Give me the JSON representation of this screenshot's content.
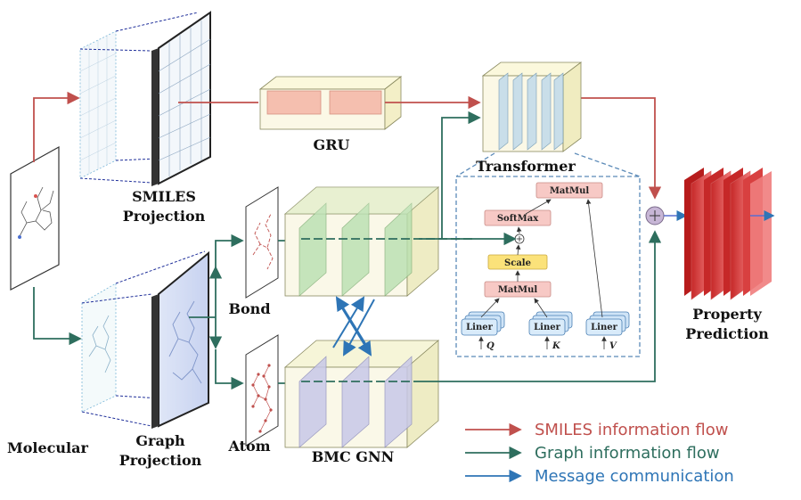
{
  "labels": {
    "molecular": "Molecular",
    "smiles_projection_1": "SMILES",
    "smiles_projection_2": "Projection",
    "graph_projection_1": "Graph",
    "graph_projection_2": "Projection",
    "gru": "GRU",
    "transformer": "Transformer",
    "bond": "Bond",
    "atom": "Atom",
    "bmc_gnn": "BMC GNN",
    "property_1": "Property",
    "property_2": "Prediction"
  },
  "transformer_detail": {
    "matmul_top": "MatMul",
    "softmax": "SoftMax",
    "scale": "Scale",
    "matmul_bottom": "MatMul",
    "liner_q": "Liner",
    "liner_k": "Liner",
    "liner_v": "Liner",
    "q": "Q",
    "k": "K",
    "v": "V"
  },
  "legend": [
    {
      "label": "SMILES information flow",
      "color": "#c0504d"
    },
    {
      "label": "Graph information flow",
      "color": "#2e6e5e"
    },
    {
      "label": "Message communication",
      "color": "#2e75b6"
    }
  ],
  "colors": {
    "smiles_flow": "#c0504d",
    "graph_flow": "#2e6e5e",
    "message": "#2e75b6"
  }
}
